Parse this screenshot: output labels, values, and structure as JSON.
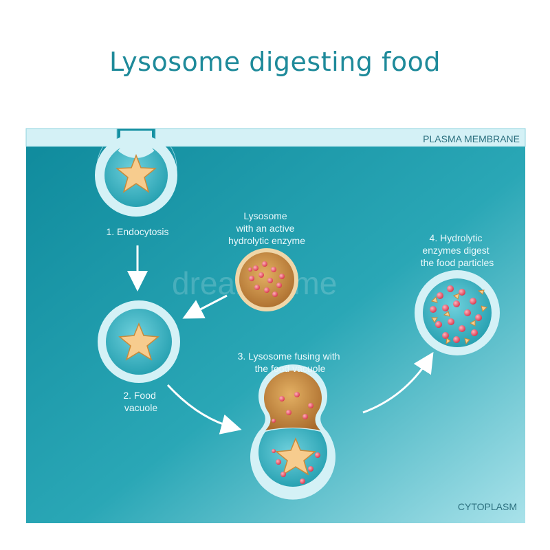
{
  "title": "Lysosome digesting food",
  "labels": {
    "plasma_membrane": "PLASMA MEMBRANE",
    "cytoplasm": "CYTOPLASM",
    "step1": "1. Endocytosis",
    "lysosome": [
      "Lysosome",
      "with an active",
      "hydrolytic enzyme"
    ],
    "step2": [
      "2. Food",
      "vacuole"
    ],
    "step3": [
      "3. Lysosome fusing with",
      "the food vacuole"
    ],
    "step4": [
      "4. Hydrolytic",
      "enzymes digest",
      "the food particles"
    ]
  },
  "watermark": "dreamstime",
  "colors": {
    "cytoplasm_dark": "#1796a6",
    "cytoplasm_light": "#a8e1ea",
    "membrane": "#cdeef3",
    "food": "#f5c98b",
    "enzyme": "#e8475a",
    "lysosome": "#c98a3a"
  }
}
